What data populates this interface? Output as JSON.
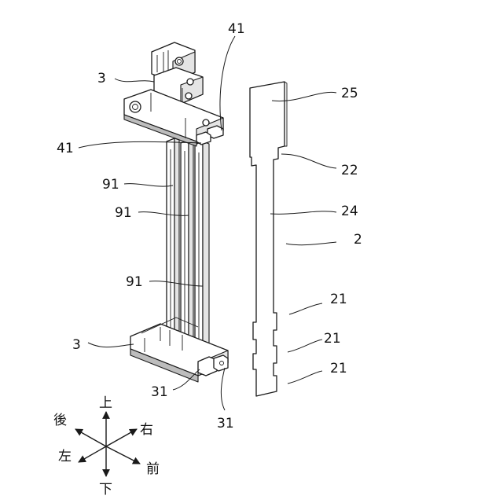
{
  "labels": {
    "frame_upper_mark": "41",
    "frame_upper_left": "3",
    "frame_mid_mark": "41",
    "bar_mark_1": "91",
    "bar_mark_2": "91",
    "bar_mark_3": "91",
    "frame_lower_left": "3",
    "bracket_mark_1": "31",
    "bracket_mark_2": "31",
    "strip_head": "25",
    "strip_notch": "22",
    "strip_body": "24",
    "strip_whole": "2",
    "strip_step_1": "21",
    "strip_step_2": "21",
    "strip_step_3": "21"
  },
  "directions": {
    "up": "上",
    "down": "下",
    "front": "前",
    "back": "後",
    "left": "左",
    "right": "右"
  }
}
